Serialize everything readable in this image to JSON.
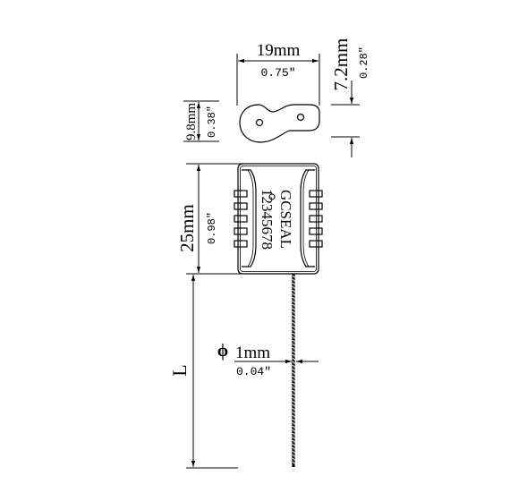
{
  "drawing": {
    "colors": {
      "line": "#000000",
      "background": "#ffffff"
    },
    "top_view": {
      "width_mm": "19mm",
      "width_in": "0.75\"",
      "height_mm": "7.2mm",
      "height_in": "0.28\""
    },
    "profile_view": {
      "thickness_mm": "9.8mm",
      "thickness_in": "0.38\""
    },
    "front_view": {
      "height_mm": "25mm",
      "height_in": "0.98\"",
      "brand_text": "GCSEAL",
      "serial_text": "12345678"
    },
    "cable": {
      "diameter_symbol": "ϕ",
      "diameter_mm": "1mm",
      "diameter_in": "0.04\"",
      "length_label": "L"
    }
  }
}
